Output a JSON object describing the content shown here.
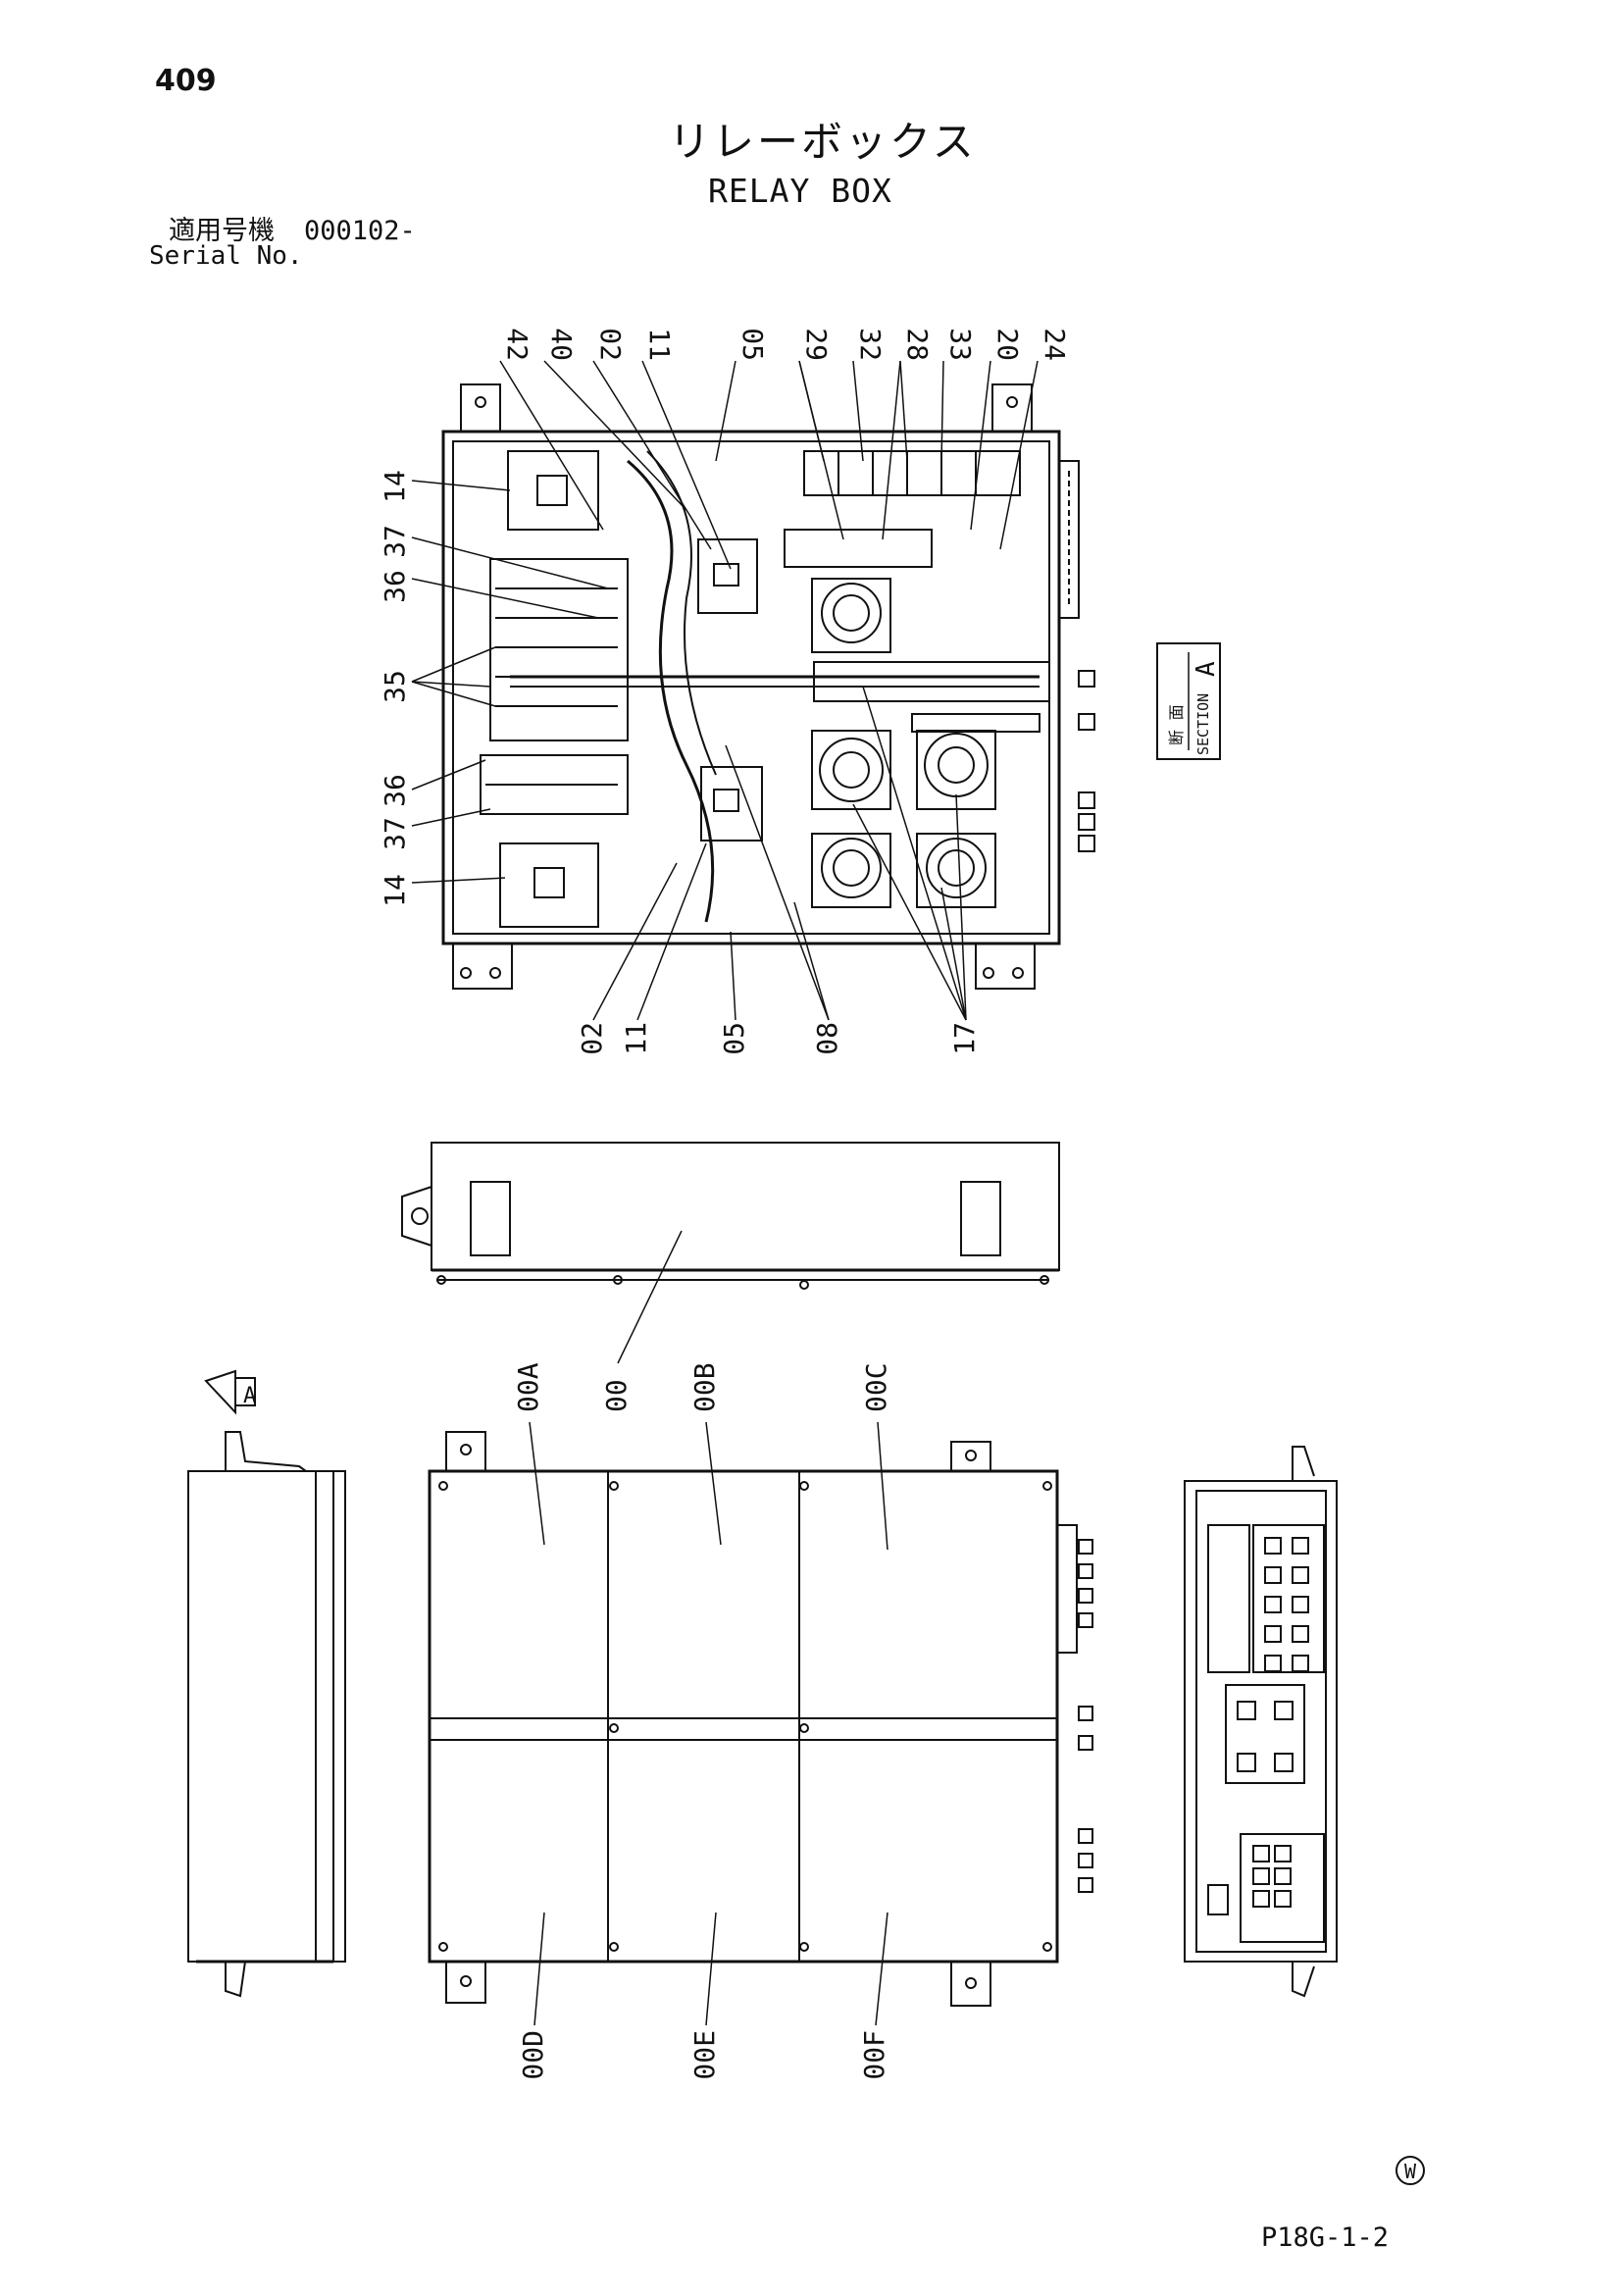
{
  "header": {
    "page_number": "409",
    "title_jp": "リレーボックス",
    "title_en": "RELAY BOX",
    "serial_label_jp": "適用号機",
    "serial_value": "000102-",
    "serial_label_en": "Serial No."
  },
  "callouts": {
    "top": [
      "42",
      "40",
      "02",
      "11",
      "05",
      "29",
      "32",
      "28",
      "33",
      "20",
      "24"
    ],
    "left": [
      "14",
      "37",
      "36",
      "35",
      "36",
      "37",
      "14"
    ],
    "bottom": [
      "02",
      "11",
      "05",
      "08",
      "17"
    ],
    "cover": "00",
    "panels_top": [
      "00A",
      "00B",
      "00C"
    ],
    "panels_bottom": [
      "00D",
      "00E",
      "00F"
    ]
  },
  "section_marker": {
    "jp": "断 面",
    "en": "SECTION",
    "letter": "A"
  },
  "view_arrow_letter": "A",
  "footer": {
    "circle_mark": "W",
    "drawing_code": "P18G-1-2"
  }
}
